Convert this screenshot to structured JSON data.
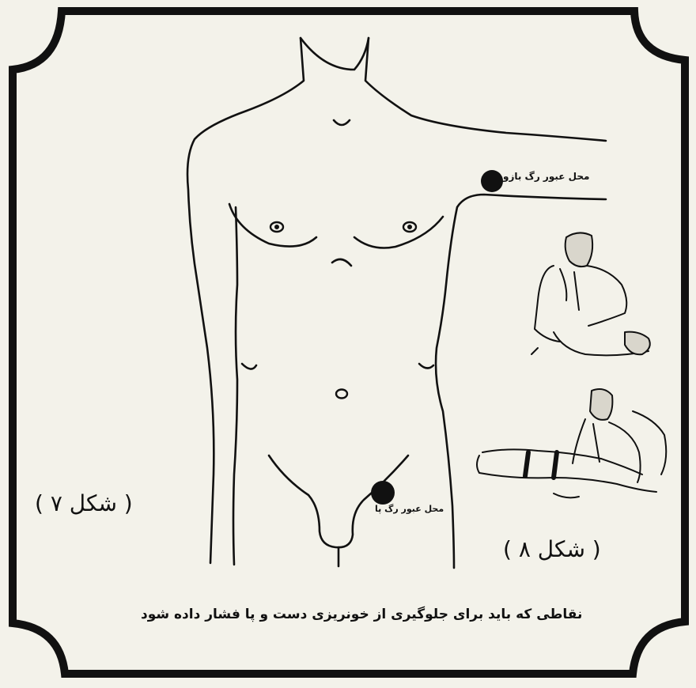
{
  "labels": {
    "arm_artery": "محل عبور رگ بازو",
    "leg_artery": "محل عبور رگ پا"
  },
  "figures": {
    "fig7": "( شکل ۷ )",
    "fig8": "( شکل ۸ )"
  },
  "caption": "نقاطی که باید برای جلوگیری از خونریزی دست و پا فشار داده شود",
  "icons": {
    "pressure_point": "black-dot",
    "figure_8_scene": "first-aid-illustration"
  },
  "colors": {
    "paper": "#f3f2ea",
    "ink": "#111111"
  }
}
